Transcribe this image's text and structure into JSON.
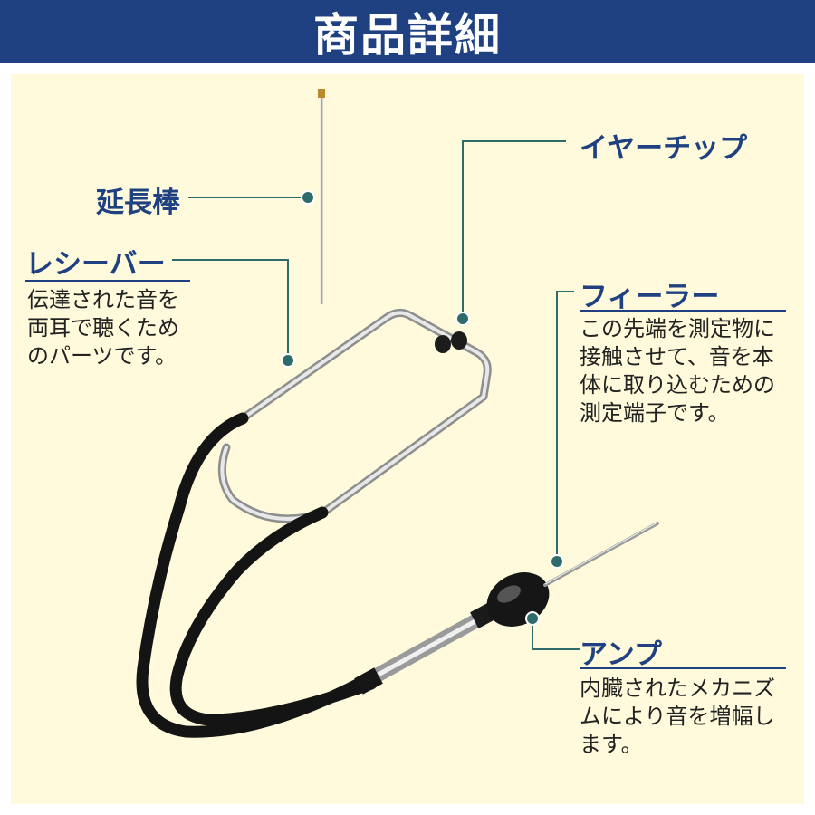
{
  "header": {
    "title": "商品詳細"
  },
  "colors": {
    "header_bg": "#1f4182",
    "panel_bg": "#fffadb",
    "label": "#1f4182",
    "leader": "#2e6b6b",
    "text": "#222222"
  },
  "parts": {
    "extension": {
      "label": "延長棒"
    },
    "receiver": {
      "label": "レシーバー",
      "desc": [
        "伝達された音を",
        "両耳で聴くため",
        "のパーツです。"
      ]
    },
    "eartip": {
      "label": "イヤーチップ"
    },
    "feeler": {
      "label": "フィーラー",
      "desc": [
        "この先端を測定物に",
        "接触させて、音を本",
        "体に取り込むための",
        "測定端子です。"
      ]
    },
    "amp": {
      "label": "アンプ",
      "desc": [
        "内臓されたメカニズ",
        "ムにより音を増幅し",
        "ます。"
      ]
    }
  }
}
